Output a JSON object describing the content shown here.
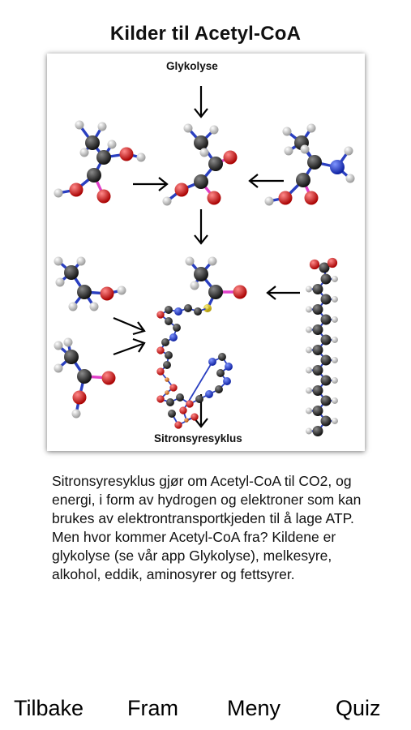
{
  "page": {
    "title": "Kilder til Acetyl-CoA"
  },
  "figure": {
    "top_label": "Glykolyse",
    "bottom_label": "Sitronsyresyklus"
  },
  "description": "Sitronsyresyklus gjør om Acetyl-CoA til CO2, og energi, i form av hydrogen og elektroner som kan brukes av elektrontransportkjeden til å lage ATP. Men hvor kommer Acetyl-CoA fra? Kildene er glykolyse (se vår app Glykolyse), melkesyre, alkohol, eddik, aminosyrer og fettsyrer.",
  "nav": {
    "back": "Tilbake",
    "forward": "Fram",
    "menu": "Meny",
    "quiz": "Quiz"
  },
  "colors": {
    "carbon": "#2b2b2b",
    "oxygen": "#d81e1e",
    "hydrogen": "#ececec",
    "nitrogen": "#1f3fd8",
    "sulfur": "#e8d21e",
    "phosphorus": "#e07a2a",
    "single_bond": "#2a3fc0",
    "double_bond": "#e040c8"
  }
}
